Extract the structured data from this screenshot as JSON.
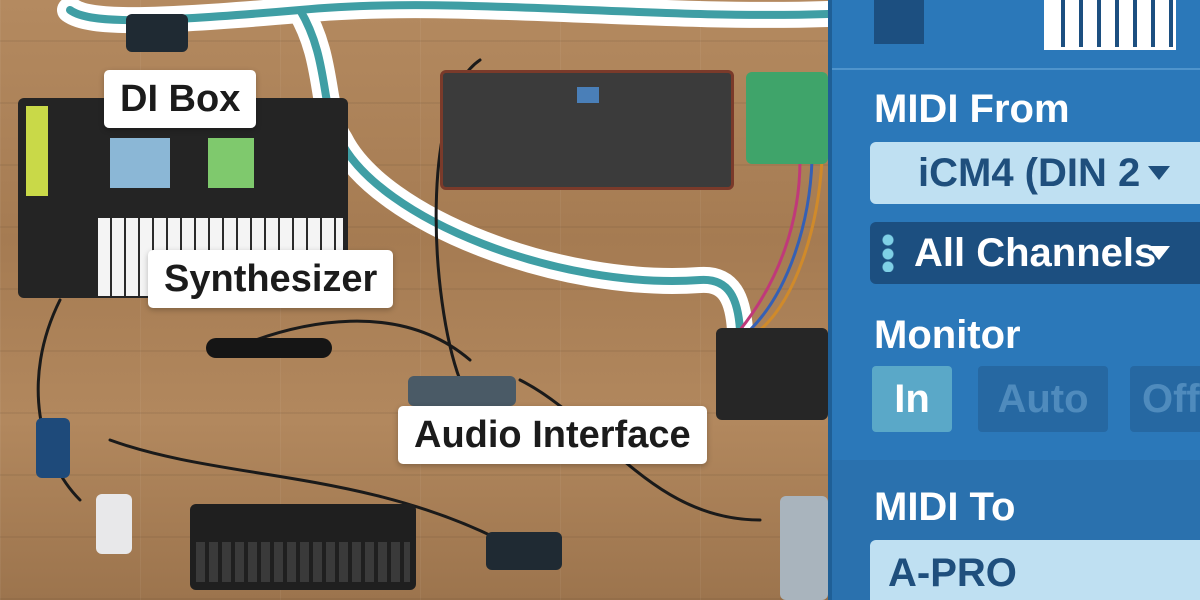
{
  "photo": {
    "labels": {
      "di_box": "DI Box",
      "synthesizer": "Synthesizer",
      "audio_interface": "Audio Interface"
    }
  },
  "panel": {
    "midi_from": {
      "title": "MIDI From",
      "device_value": "iCM4 (DIN 2",
      "channel_value": "All Channels"
    },
    "monitor": {
      "title": "Monitor",
      "options": [
        "In",
        "Auto",
        "Off"
      ],
      "selected": "In"
    },
    "midi_to": {
      "title": "MIDI To",
      "device_value": "A-PRO"
    }
  },
  "colors": {
    "panel_bg": "#2b78b9",
    "dropdown_light": "#bfe0f2",
    "dropdown_dark": "#1c4f80",
    "monitor_active": "#5aa8c8",
    "monitor_inactive": "#2668a2",
    "cable_teal": "#3f9ea4"
  }
}
